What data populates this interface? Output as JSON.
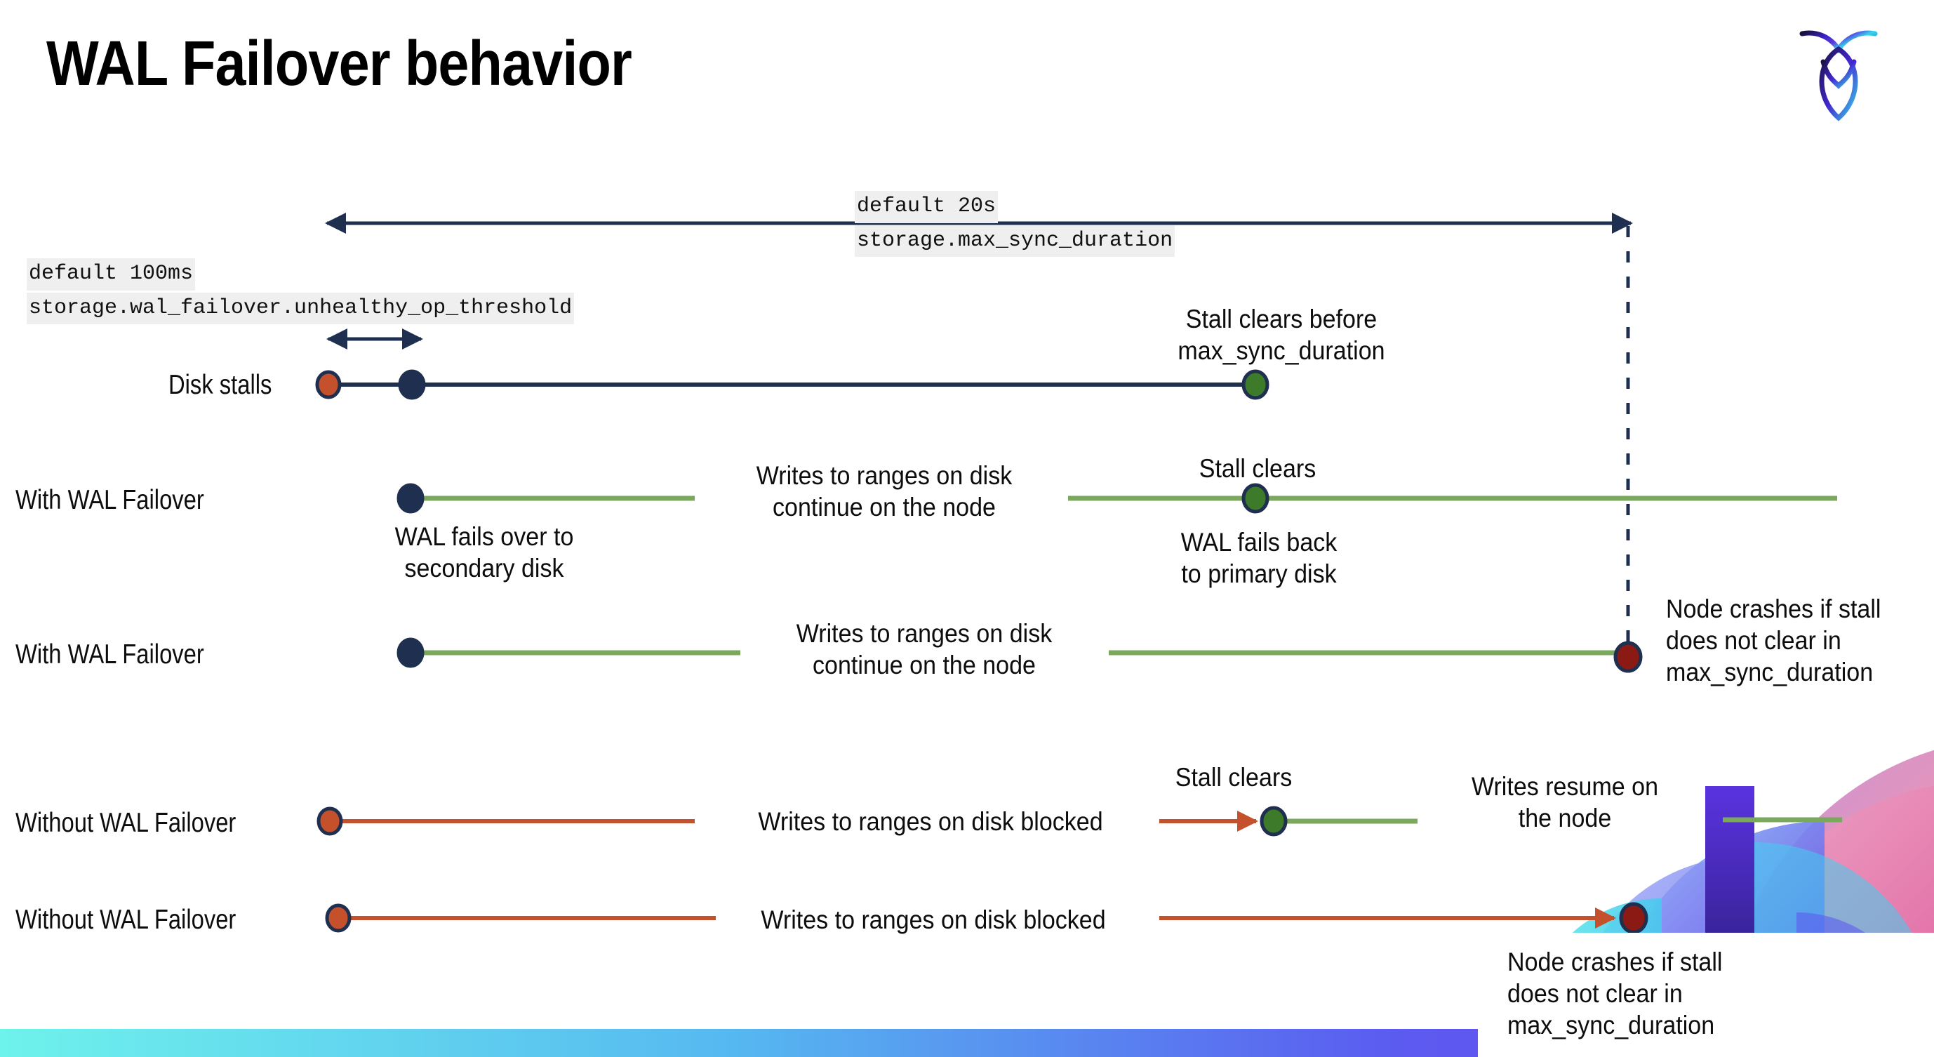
{
  "slide": {
    "title": "WAL Failover behavior",
    "logo_name": "cockroachdb-logo",
    "background_color": "#ffffff",
    "accent_bar_gradient": [
      "#6ef2ec",
      "#56b8f0",
      "#5b5bf0",
      "#6f4ff2"
    ]
  },
  "settings": {
    "max_sync_duration": {
      "default_label": "default 20s",
      "setting_label": "storage.max_sync_duration"
    },
    "unhealthy_op_threshold": {
      "default_label": "default 100ms",
      "setting_label": "storage.wal_failover.unhealthy_op_threshold"
    }
  },
  "colors": {
    "navy": "#1f2f50",
    "green_line": "#7aa85c",
    "green_dot": "#3d7a2a",
    "orange": "#c4512c",
    "dark_red": "#8b1a14",
    "code_bg": "#efefef"
  },
  "rows": [
    {
      "id": "disk-stalls",
      "label": "Disk stalls",
      "line_color": "#1f2f50",
      "markers": [
        {
          "name": "stall-start-dot",
          "color": "#c4512c"
        },
        {
          "name": "unhealthy-threshold-dot",
          "color": "#1f2f50"
        },
        {
          "name": "stall-clear-dot",
          "color": "#3d7a2a"
        }
      ],
      "annotations": [
        {
          "name": "stall-clears-before-note",
          "text": "Stall clears before\nmax_sync_duration"
        }
      ]
    },
    {
      "id": "with-wal-failover-1",
      "label": "With WAL Failover",
      "line_color": "#7aa85c",
      "markers": [
        {
          "name": "failover-dot",
          "color": "#1f2f50"
        },
        {
          "name": "stall-clears-dot",
          "color": "#3d7a2a"
        }
      ],
      "annotations": [
        {
          "name": "writes-continue-note",
          "text": "Writes to ranges on disk\ncontinue on the node"
        },
        {
          "name": "wal-fails-over-note",
          "text": "WAL fails over to\nsecondary disk"
        },
        {
          "name": "stall-clears-note",
          "text": "Stall clears"
        },
        {
          "name": "wal-fails-back-note",
          "text": "WAL fails  back\nto primary disk"
        }
      ]
    },
    {
      "id": "with-wal-failover-2",
      "label": "With WAL Failover",
      "line_color": "#7aa85c",
      "markers": [
        {
          "name": "failover-dot",
          "color": "#1f2f50"
        },
        {
          "name": "node-crash-dot",
          "color": "#8b1a14"
        }
      ],
      "annotations": [
        {
          "name": "writes-continue-note",
          "text": "Writes to ranges on disk\ncontinue on the node"
        },
        {
          "name": "node-crashes-note",
          "text": "Node crashes if stall\ndoes not clear in\nmax_sync_duration"
        }
      ]
    },
    {
      "id": "without-wal-failover-1",
      "label": "Without WAL Failover",
      "line_color": "#c4512c",
      "markers": [
        {
          "name": "stall-start-dot",
          "color": "#c4512c"
        },
        {
          "name": "stall-clears-dot",
          "color": "#3d7a2a"
        }
      ],
      "annotations": [
        {
          "name": "writes-blocked-note",
          "text": "Writes to ranges on disk  blocked"
        },
        {
          "name": "stall-clears-note",
          "text": "Stall clears"
        },
        {
          "name": "writes-resume-note",
          "text": "Writes resume on\nthe node"
        }
      ]
    },
    {
      "id": "without-wal-failover-2",
      "label": "Without WAL Failover",
      "line_color": "#c4512c",
      "markers": [
        {
          "name": "stall-start-dot",
          "color": "#c4512c"
        },
        {
          "name": "node-crash-dot",
          "color": "#8b1a14"
        }
      ],
      "annotations": [
        {
          "name": "writes-blocked-note",
          "text": "Writes to ranges on disk  blocked"
        },
        {
          "name": "node-crashes-note",
          "text": "Node crashes if stall\ndoes not clear in\nmax_sync_duration"
        }
      ]
    }
  ]
}
